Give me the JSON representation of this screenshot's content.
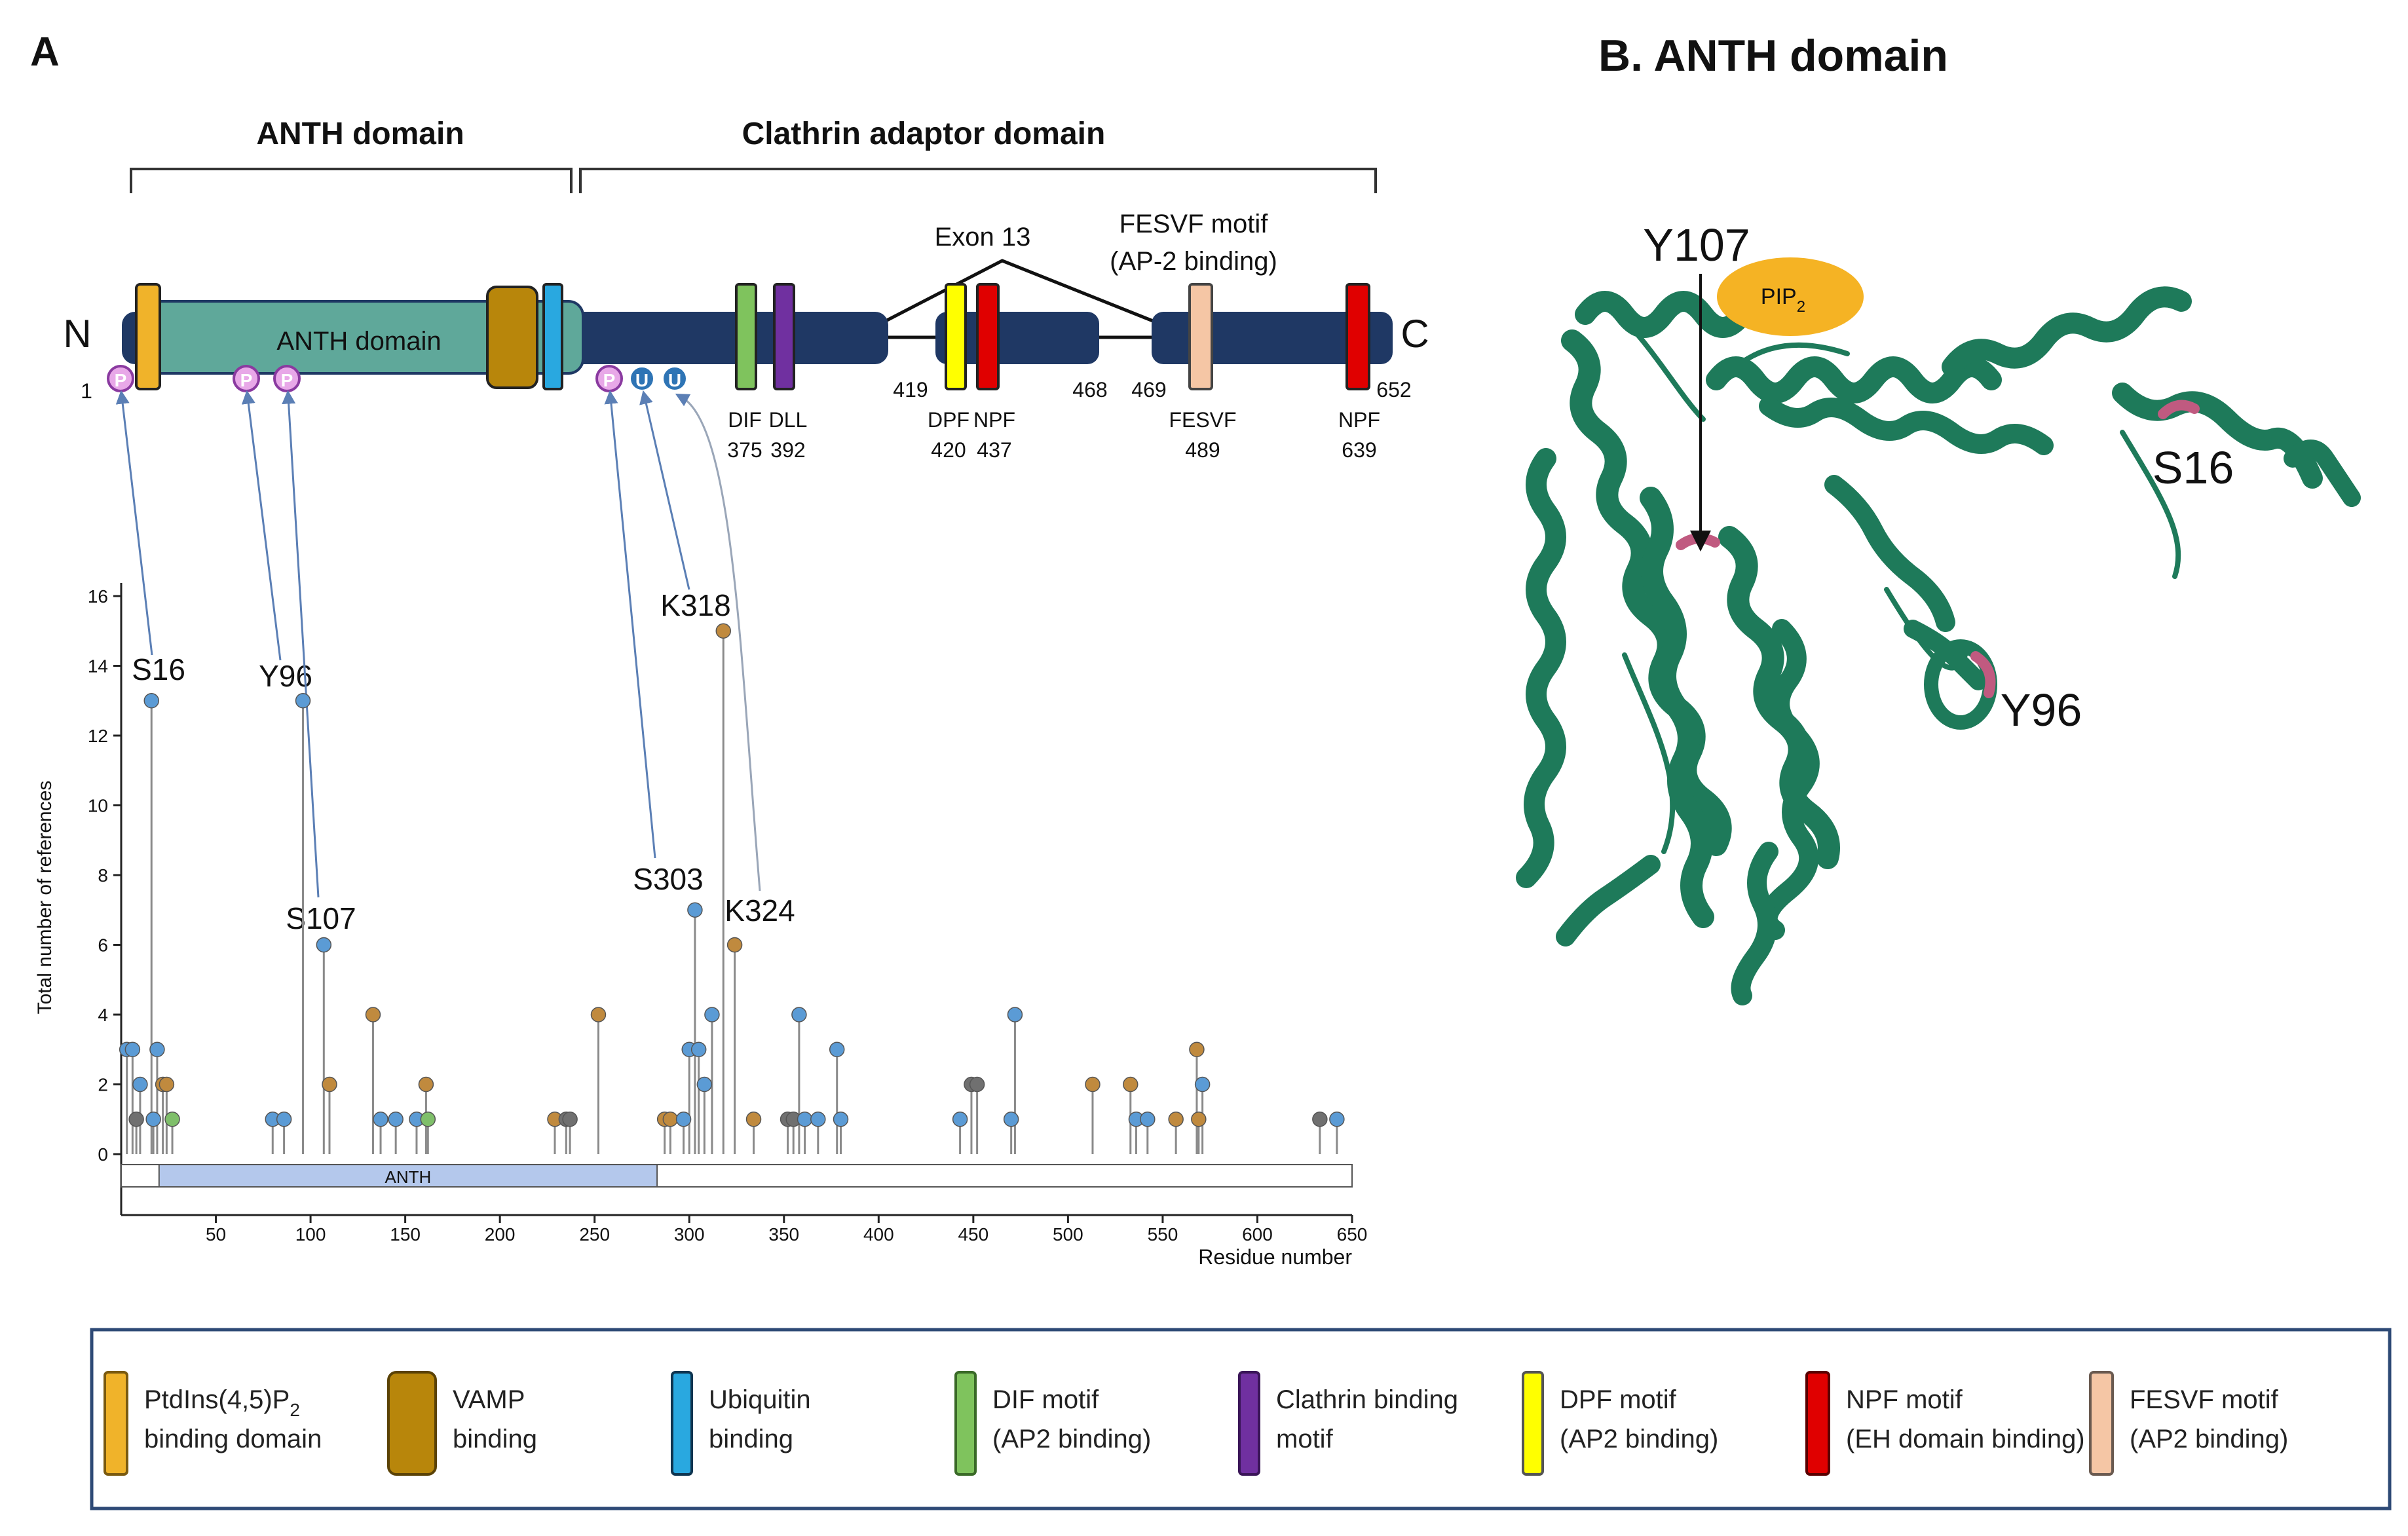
{
  "panel_a": {
    "label": "A",
    "bracket_anth": "ANTH domain",
    "bracket_clathrin": "Clathrin adaptor domain",
    "exon": "Exon 13",
    "fesvf_line1": "FESVF motif",
    "fesvf_line2": "(AP-2 binding)",
    "n_term": "N",
    "c_term": "C",
    "anth_box_label": "ANTH domain",
    "pos_1": "1",
    "pos_419": "419",
    "pos_468": "468",
    "pos_469": "469",
    "pos_652": "652",
    "p_mark": "P",
    "u_mark": "U",
    "motifs": [
      {
        "name": "DIF",
        "pos": "375"
      },
      {
        "name": "DLL",
        "pos": "392"
      },
      {
        "name": "DPF",
        "pos": "420"
      },
      {
        "name": "NPF",
        "pos": "437"
      },
      {
        "name": "FESVF",
        "pos": "489"
      },
      {
        "name": "NPF",
        "pos": "639"
      }
    ],
    "sites": [
      "S16",
      "Y96",
      "S107",
      "S303",
      "K318",
      "K324"
    ]
  },
  "panel_b": {
    "title": "B. ANTH domain",
    "pip_label": "PIP",
    "pip_sub": "2",
    "sites": [
      "Y107",
      "S16",
      "Y96"
    ]
  },
  "chart_data": {
    "type": "scatter",
    "title": "",
    "xlabel": "Residue number",
    "ylabel": "Total number of references",
    "xlim": [
      0,
      650
    ],
    "ylim": [
      0,
      16
    ],
    "xticks": [
      "50",
      "100",
      "150",
      "200",
      "250",
      "300",
      "350",
      "400",
      "450",
      "500",
      "550",
      "600",
      "650"
    ],
    "yticks": [
      "0",
      "2",
      "4",
      "6",
      "8",
      "10",
      "12",
      "14",
      "16"
    ],
    "domain_bar": {
      "name": "ANTH",
      "start": 20,
      "end": 283
    },
    "series_colors": {
      "blue": "#5b9bd5",
      "orange": "#c08a3e",
      "gray": "#707070",
      "green": "#7fbf6a"
    },
    "points": [
      {
        "x": 3,
        "y": 3,
        "c": "blue"
      },
      {
        "x": 6,
        "y": 3,
        "c": "blue"
      },
      {
        "x": 8,
        "y": 1,
        "c": "gray"
      },
      {
        "x": 10,
        "y": 2,
        "c": "blue"
      },
      {
        "x": 16,
        "y": 13,
        "c": "blue"
      },
      {
        "x": 17,
        "y": 1,
        "c": "blue"
      },
      {
        "x": 19,
        "y": 3,
        "c": "blue"
      },
      {
        "x": 22,
        "y": 2,
        "c": "orange"
      },
      {
        "x": 24,
        "y": 2,
        "c": "orange"
      },
      {
        "x": 27,
        "y": 1,
        "c": "green"
      },
      {
        "x": 80,
        "y": 1,
        "c": "blue"
      },
      {
        "x": 86,
        "y": 1,
        "c": "blue"
      },
      {
        "x": 96,
        "y": 13,
        "c": "blue"
      },
      {
        "x": 107,
        "y": 6,
        "c": "blue"
      },
      {
        "x": 110,
        "y": 2,
        "c": "orange"
      },
      {
        "x": 133,
        "y": 4,
        "c": "orange"
      },
      {
        "x": 137,
        "y": 1,
        "c": "blue"
      },
      {
        "x": 145,
        "y": 1,
        "c": "blue"
      },
      {
        "x": 156,
        "y": 1,
        "c": "blue"
      },
      {
        "x": 161,
        "y": 2,
        "c": "orange"
      },
      {
        "x": 162,
        "y": 1,
        "c": "green"
      },
      {
        "x": 229,
        "y": 1,
        "c": "orange"
      },
      {
        "x": 235,
        "y": 1,
        "c": "gray"
      },
      {
        "x": 237,
        "y": 1,
        "c": "gray"
      },
      {
        "x": 252,
        "y": 4,
        "c": "orange"
      },
      {
        "x": 287,
        "y": 1,
        "c": "orange"
      },
      {
        "x": 290,
        "y": 1,
        "c": "orange"
      },
      {
        "x": 297,
        "y": 1,
        "c": "blue"
      },
      {
        "x": 300,
        "y": 3,
        "c": "blue"
      },
      {
        "x": 303,
        "y": 7,
        "c": "blue"
      },
      {
        "x": 305,
        "y": 3,
        "c": "blue"
      },
      {
        "x": 308,
        "y": 2,
        "c": "blue"
      },
      {
        "x": 312,
        "y": 4,
        "c": "blue"
      },
      {
        "x": 318,
        "y": 15,
        "c": "orange"
      },
      {
        "x": 324,
        "y": 6,
        "c": "orange"
      },
      {
        "x": 334,
        "y": 1,
        "c": "orange"
      },
      {
        "x": 352,
        "y": 1,
        "c": "gray"
      },
      {
        "x": 355,
        "y": 1,
        "c": "gray"
      },
      {
        "x": 358,
        "y": 4,
        "c": "blue"
      },
      {
        "x": 361,
        "y": 1,
        "c": "blue"
      },
      {
        "x": 368,
        "y": 1,
        "c": "blue"
      },
      {
        "x": 378,
        "y": 3,
        "c": "blue"
      },
      {
        "x": 380,
        "y": 1,
        "c": "blue"
      },
      {
        "x": 443,
        "y": 1,
        "c": "blue"
      },
      {
        "x": 449,
        "y": 2,
        "c": "gray"
      },
      {
        "x": 452,
        "y": 2,
        "c": "gray"
      },
      {
        "x": 470,
        "y": 1,
        "c": "blue"
      },
      {
        "x": 472,
        "y": 4,
        "c": "blue"
      },
      {
        "x": 513,
        "y": 2,
        "c": "orange"
      },
      {
        "x": 533,
        "y": 2,
        "c": "orange"
      },
      {
        "x": 536,
        "y": 1,
        "c": "blue"
      },
      {
        "x": 542,
        "y": 1,
        "c": "blue"
      },
      {
        "x": 557,
        "y": 1,
        "c": "orange"
      },
      {
        "x": 568,
        "y": 3,
        "c": "orange"
      },
      {
        "x": 569,
        "y": 1,
        "c": "orange"
      },
      {
        "x": 571,
        "y": 2,
        "c": "blue"
      },
      {
        "x": 633,
        "y": 1,
        "c": "gray"
      },
      {
        "x": 642,
        "y": 1,
        "c": "blue"
      }
    ]
  },
  "legend": [
    {
      "line1": "PtdIns(4,5)P",
      "sub": "2",
      "line2": "binding domain",
      "color": "#f0b32a",
      "border": "#7a5a10"
    },
    {
      "line1": "VAMP",
      "sub": "",
      "line2": "binding",
      "color": "#b8860b",
      "border": "#5a4206"
    },
    {
      "line1": "Ubiquitin",
      "sub": "",
      "line2": "binding",
      "color": "#29a8e0",
      "border": "#0f3550"
    },
    {
      "line1": "DIF motif",
      "sub": "",
      "line2": "(AP2 binding)",
      "color": "#7fc35d",
      "border": "#3a6a28"
    },
    {
      "line1": "Clathrin binding",
      "sub": "",
      "line2": "motif",
      "color": "#7030a0",
      "border": "#3a1558"
    },
    {
      "line1": "DPF motif",
      "sub": "",
      "line2": "(AP2 binding)",
      "color": "#ffff00",
      "border": "#555555"
    },
    {
      "line1": "NPF motif",
      "sub": "",
      "line2": "(EH domain binding)",
      "color": "#e00000",
      "border": "#5a0000"
    },
    {
      "line1": "FESVF motif",
      "sub": "",
      "line2": "(AP2 binding)",
      "color": "#f5c6a5",
      "border": "#6a5a50"
    }
  ],
  "colors": {
    "navy": "#1f3864",
    "teal_box": "#5fa89a",
    "helix": "#1e7a5a",
    "pip": "#f5b324",
    "highlight": "#c05a80",
    "arrow": "#5b7fb5"
  }
}
